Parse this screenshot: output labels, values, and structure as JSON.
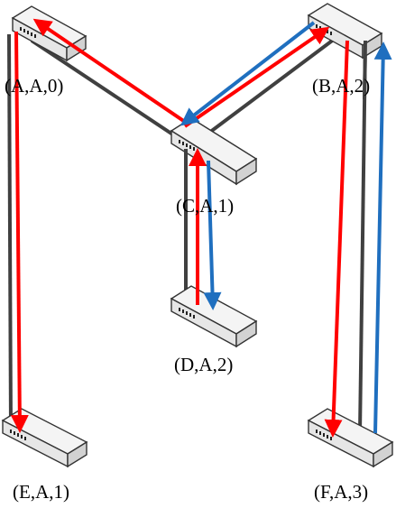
{
  "colors": {
    "link": "#404040",
    "red_path": "#ff0000",
    "blue_path": "#1f6fbf"
  },
  "nodes": [
    {
      "id": "a",
      "label": "(A,A,0)"
    },
    {
      "id": "b",
      "label": "(B,A,2)"
    },
    {
      "id": "c",
      "label": "(C,A,1)"
    },
    {
      "id": "d",
      "label": "(D,A,2)"
    },
    {
      "id": "e",
      "label": "(E,A,1)"
    },
    {
      "id": "f",
      "label": "(F,A,3)"
    }
  ]
}
